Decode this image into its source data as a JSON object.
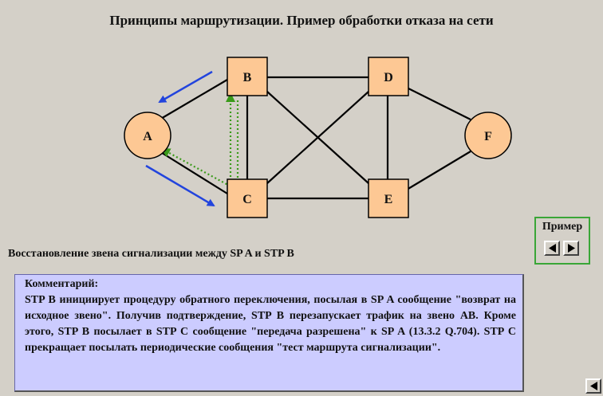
{
  "title": "Принципы маршрутизации. Пример обработки отказа на сети",
  "diagram": {
    "nodes": [
      {
        "id": "A",
        "label": "A",
        "shape": "circle"
      },
      {
        "id": "B",
        "label": "B",
        "shape": "square"
      },
      {
        "id": "C",
        "label": "C",
        "shape": "square"
      },
      {
        "id": "D",
        "label": "D",
        "shape": "square"
      },
      {
        "id": "E",
        "label": "E",
        "shape": "square"
      },
      {
        "id": "F",
        "label": "F",
        "shape": "circle"
      }
    ],
    "links": [
      [
        "A",
        "B"
      ],
      [
        "A",
        "C"
      ],
      [
        "B",
        "C"
      ],
      [
        "B",
        "D"
      ],
      [
        "B",
        "E"
      ],
      [
        "C",
        "D"
      ],
      [
        "C",
        "E"
      ],
      [
        "D",
        "E"
      ],
      [
        "D",
        "F"
      ],
      [
        "E",
        "F"
      ]
    ],
    "colors": {
      "node_fill": "#fdc894",
      "node_stroke": "#000000",
      "link": "#000000",
      "traffic_arrow": "#2244dd",
      "signal_arrow": "#3a9a1a"
    }
  },
  "subtitle": "Восстановление звена сигнализации между SP A и STP B",
  "example": {
    "label": "Пример"
  },
  "comment": {
    "title": "Комментарий:",
    "text": "STP B инициирует процедуру обратного переключения, посылая в SP A сообщение \"возврат на исходное звено\". Получив подтверждение, STP B перезапускает трафик на звено AB. Кроме этого, STP B посылает в STP C сообщение \"передача разрешена\" к SP A (13.3.2 Q.704). STP C прекращает посылать периодические сообщения \"тест маршрута сигнализации\"."
  }
}
